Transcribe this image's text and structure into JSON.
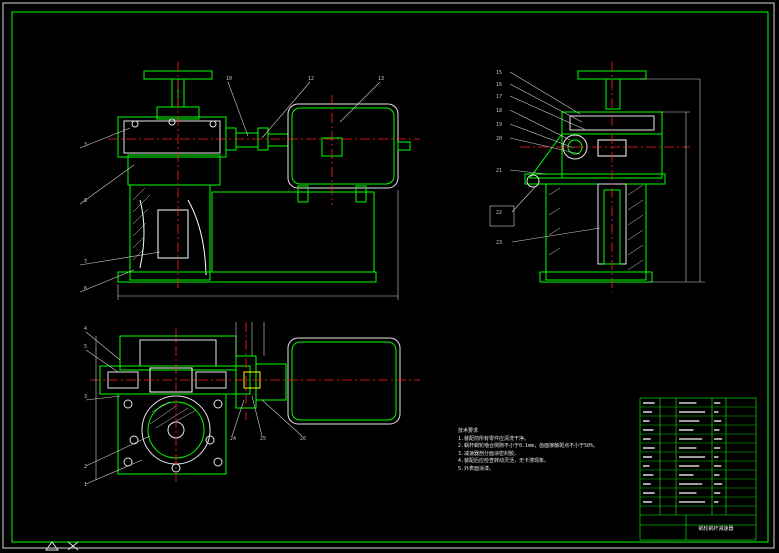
{
  "drawing": {
    "views": [
      "front-view",
      "side-view",
      "top-view"
    ],
    "colors": {
      "background": "#000000",
      "frame": "#00ff00",
      "body": "#00ff00",
      "housing": "#e6e6e6",
      "centerline": "#ff2020",
      "hatch": "#ffffff",
      "dimension": "#d0d0d0",
      "accent": "#ffff00"
    },
    "callouts": {
      "front": [
        "3",
        "8",
        "7",
        "6",
        "10",
        "12",
        "13"
      ],
      "side": [
        "15",
        "16",
        "17",
        "18",
        "19",
        "20",
        "21",
        "22",
        "23"
      ],
      "top": [
        "4",
        "5",
        "3",
        "2",
        "1",
        "24",
        "25",
        "26"
      ]
    },
    "tech_notes": {
      "heading": "技术要求",
      "lines": [
        "1.装配前所有零件应清洗干净。",
        "2.蜗杆蜗轮啮合侧隙不小于0.1mm，齿面接触斑点不小于50%。",
        "3.减速器剖分面涂密封胶。",
        "4.装配后应检查转动灵活，无卡滞现象。",
        "5.外表面涂漆。"
      ]
    },
    "title_block": {
      "title": "蜗轮蜗杆减速器"
    }
  }
}
